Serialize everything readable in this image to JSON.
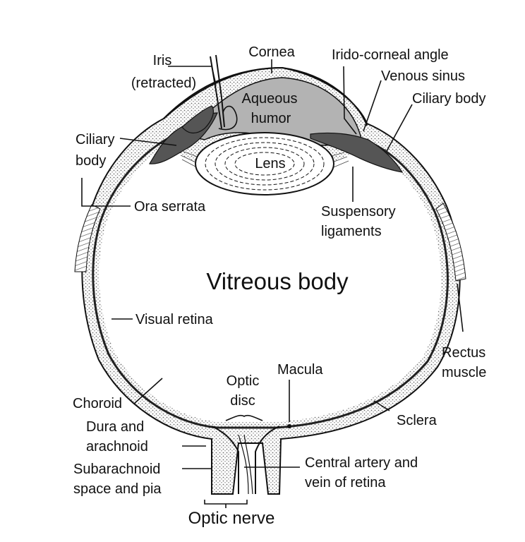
{
  "labels": {
    "cornea": "Cornea",
    "iris": [
      "Iris",
      "(retracted)"
    ],
    "irido_corneal_angle": "Irido-corneal angle",
    "venous_sinus": "Venous sinus",
    "aqueous_humor": [
      "Aqueous",
      "humor"
    ],
    "ciliary_body_right": "Ciliary body",
    "ciliary_body_left": [
      "Ciliary",
      "body"
    ],
    "lens": "Lens",
    "ora_serrata": "Ora serrata",
    "suspensory_ligaments": [
      "Suspensory",
      "ligaments"
    ],
    "vitreous_body": "Vitreous body",
    "visual_retina": "Visual retina",
    "rectus_muscle": [
      "Rectus",
      "muscle"
    ],
    "macula": "Macula",
    "optic_disc": [
      "Optic",
      "disc"
    ],
    "choroid": "Choroid",
    "sclera": "Sclera",
    "dura_and_arachnoid": [
      "Dura and",
      "arachnoid"
    ],
    "subarachnoid_space": [
      "Subarachnoid",
      "space and pia"
    ],
    "central_artery": [
      "Central artery and",
      "vein of retina"
    ],
    "optic_nerve": "Optic nerve"
  },
  "colors": {
    "ink": "#111111",
    "aqueous": "#b3b3b3",
    "ciliary": "#555555",
    "sclera_dots": "#6e6e6e"
  }
}
